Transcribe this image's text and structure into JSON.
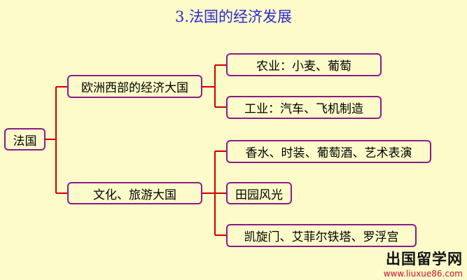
{
  "title": "3.法国的经济发展",
  "root": "法国",
  "branches": [
    {
      "label": "欧洲西部的经济大国",
      "children": [
        "农业：小麦、葡萄",
        "工业：汽车、飞机制造"
      ]
    },
    {
      "label": "文化、旅游大国",
      "children": [
        "香水、时装、葡萄酒、艺术表演",
        "田园风光",
        "凯旋门、艾菲尔铁塔、罗浮宫"
      ]
    }
  ],
  "watermark": {
    "line1": "出国留学网",
    "line2": "www.liuxue86.com"
  },
  "colors": {
    "background": "#fdfbc9",
    "title": "#2a2ad4",
    "box_border": "#8c1a8c",
    "connector": "#cc0000",
    "watermark_url": "#c8102e"
  }
}
